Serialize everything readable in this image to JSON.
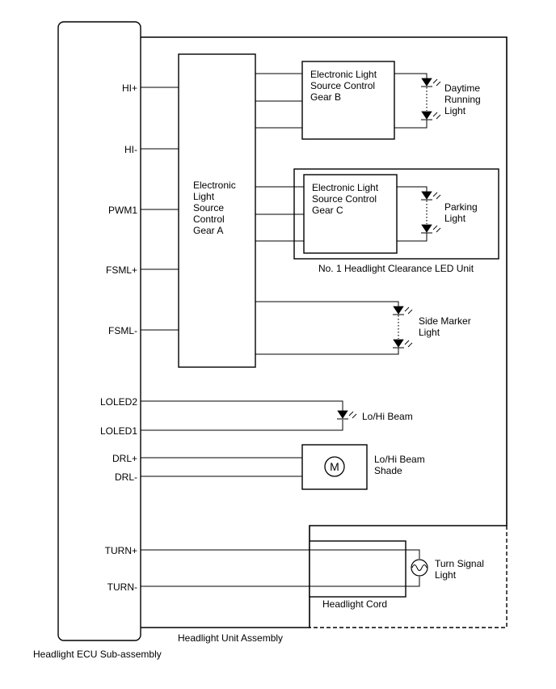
{
  "ecu": {
    "label": "Headlight ECU Sub-assembly"
  },
  "assembly": {
    "label": "Headlight Unit Assembly"
  },
  "terminals": {
    "hi_plus": "HI+",
    "hi_minus": "HI-",
    "pwm1": "PWM1",
    "fsml_plus": "FSML+",
    "fsml_minus": "FSML-",
    "loled2": "LOLED2",
    "loled1": "LOLED1",
    "drl_plus": "DRL+",
    "drl_minus": "DRL-",
    "turn_plus": "TURN+",
    "turn_minus": "TURN-"
  },
  "gear_a": {
    "lines": [
      "Electronic",
      "Light",
      "Source",
      "Control",
      "Gear A"
    ]
  },
  "gear_b": {
    "lines": [
      "Electronic Light",
      "Source Control",
      "Gear B"
    ]
  },
  "gear_c": {
    "lines": [
      "Electronic Light",
      "Source Control",
      "Gear C"
    ]
  },
  "clearance_unit": {
    "label": "No. 1 Headlight Clearance LED Unit"
  },
  "lights": {
    "daytime": [
      "Daytime",
      "Running",
      "Light"
    ],
    "parking": [
      "Parking",
      "Light"
    ],
    "side_marker": [
      "Side Marker",
      "Light"
    ],
    "lohi_beam": "Lo/Hi Beam",
    "shade": [
      "Lo/Hi Beam",
      "Shade"
    ],
    "turn_signal": [
      "Turn Signal",
      "Light"
    ]
  },
  "motor": {
    "symbol": "M"
  },
  "cord": {
    "label": "Headlight Cord"
  }
}
